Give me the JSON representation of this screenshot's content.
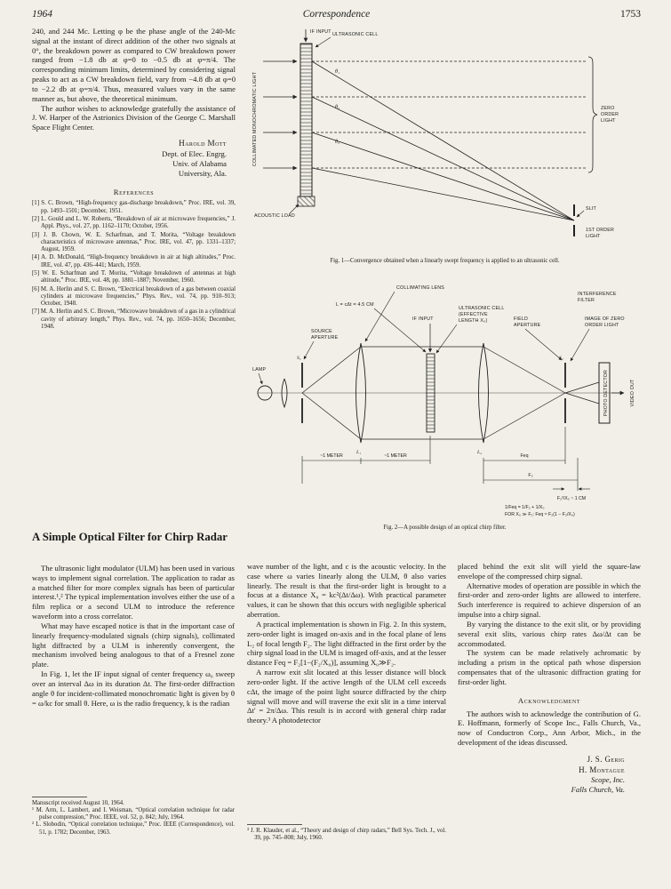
{
  "page": {
    "header": {
      "year": "1964",
      "running_title": "Correspondence",
      "page_number": "1753"
    }
  },
  "left_top": {
    "para1": "240, and 244 Mc. Letting φ be the phase angle of the 240-Mc signal at the instant of direct addition of the other two signals at 0°, the breakdown power as compared to CW breakdown power ranged from −1.8 db at φ=0 to −0.5 db at φ=π/4. The corresponding minimum limits, determined by considering signal peaks to act as a CW breakdown field, vary from −4.8 db at φ=0 to −2.2 db at φ=π/4. Thus, measured values vary in the same manner as, but above, the theoretical minimum.",
    "para2": "The author wishes to acknowledge gratefully the assistance of J. W. Harper of the Astrionics Division of the George C. Marshall Space Flight Center.",
    "signature": {
      "name": "Harold Mott",
      "lines": [
        "Dept. of Elec. Engrg.",
        "Univ. of Alabama",
        "University, Ala."
      ]
    },
    "ref_heading": "References",
    "references": [
      "[1] S. C. Brown, “High-frequency gas-discharge breakdown,” Proc. IRE, vol. 39, pp. 1493–1501; December, 1951.",
      "[2] L. Gould and L. W. Roberts, “Breakdown of air at microwave frequencies,” J. Appl. Phys., vol. 27, pp. 1162–1170; October, 1956.",
      "[3] J. B. Chown, W. E. Scharfman, and T. Morita, “Voltage breakdown characteristics of microwave antennas,” Proc. IRE, vol. 47, pp. 1331–1337; August, 1959.",
      "[4] A. D. McDonald, “High-frequency breakdown in air at high altitudes,” Proc. IRE, vol. 47, pp. 436–441; March, 1959.",
      "[5] W. E. Scharfman and T. Morita, “Voltage breakdown of antennas at high altitude,” Proc. IRE, vol. 48, pp. 1881–1887; November, 1960.",
      "[6] M. A. Herlin and S. C. Brown, “Electrical breakdown of a gas between coaxial cylinders at microwave frequencies,” Phys. Rev., vol. 74, pp. 910–913; October, 1948.",
      "[7] M. A. Herlin and S. C. Brown, “Microwave breakdown of a gas in a cylindrical cavity of arbitrary length,” Phys. Rev., vol. 74, pp. 1650–1656; December, 1948."
    ]
  },
  "figures": {
    "fig1": {
      "if_input": "IF INPUT",
      "cell_label": "ULTRASONIC CELL",
      "collimated": "COLLIMATED MONOCHROMATIC LIGHT",
      "zero_order": [
        "ZERO",
        "ORDER",
        "LIGHT"
      ],
      "slit": "SLIT",
      "first_order": [
        "1ST ORDER",
        "LIGHT"
      ],
      "acoustic_load": "ACOUSTIC LOAD",
      "theta1": "θ₁",
      "theta2": "θ₂",
      "theta3": "θ₃",
      "caption": "Fig. 1—Convergence obtained when a linearly swept frequency is applied to an ultrasonic cell."
    },
    "fig2": {
      "collimating_lens": "COLLIMATING LENS",
      "cell_length": "L = cΔt = 4.5 CM",
      "source_aperture": [
        "SOURCE",
        "APERTURE"
      ],
      "if_input": "IF INPUT",
      "ulm": [
        "ULTRASONIC CELL",
        "(EFFECTIVE",
        "LENGTH X₀)"
      ],
      "field_aperture": [
        "FIELD",
        "APERTURE"
      ],
      "interference": [
        "INTERFERENCE",
        "FILTER"
      ],
      "image_zero": [
        "IMAGE OF ZERO",
        "ORDER LIGHT"
      ],
      "lamp": "LAMP",
      "s1": "S₁",
      "l1": "L₁",
      "l2": "L₂",
      "s2": "S₂",
      "photo_detector": "PHOTO DETECTOR",
      "video_out": "VIDEO OUT",
      "dim_meter1": "~1 METER",
      "dim_meter2": "~1 METER",
      "dim_feq": "Feq",
      "dim_f2": "F₂",
      "dim_f2x0": "F₂²/X₀ ~ 1 CM",
      "formula1": "1/Feq = 1/F₂ + 1/X₀",
      "formula2": "FOR X₀ ≫ F₂:  Feq ≈ F₂(1 − F₂/X₀)",
      "caption": "Fig. 2—A possible design of an optical chirp filter."
    }
  },
  "article": {
    "title": "A Simple Optical Filter for Chirp Radar",
    "col1": {
      "paras": [
        "The ultrasonic light modulator (ULM) has been used in various ways to implement signal correlation. The application to radar as a matched filter for more complex signals has been of particular interest.¹,² The typical implementation involves either the use of a film replica or a second ULM to introduce the reference waveform into a cross correlator.",
        "What may have escaped notice is that in the important case of linearly frequency-modulated signals (chirp signals), collimated light diffracted by a ULM is inherently convergent, the mechanism involved being analogous to that of a Fresnel zone plate.",
        "In Fig. 1, let the IF input signal of center frequency ω₀ sweep over an interval Δω in its duration Δt. The first-order diffraction angle θ for incident-collimated monochromatic light is given by θ = ω/kc for small θ. Here, ω is the radio frequency, k is the radian"
      ]
    },
    "col2": {
      "paras": [
        "wave number of the light, and c is the acoustic velocity. In the case where ω varies linearly along the ULM, θ also varies linearly. The result is that the first-order light is brought to a focus at a distance X₀ = kc²(Δt/Δω). With practical parameter values, it can be shown that this occurs with negligible spherical aberration.",
        "A practical implementation is shown in Fig. 2. In this system, zero-order light is imaged on-axis and in the focal plane of lens L₂ of focal length F₂. The light diffracted in the first order by the chirp signal load in the ULM is imaged off-axis, and at the lesser distance Feq = F₂[1−(F₂/X₀)], assuming X₀≫F₂.",
        "A narrow exit slit located at this lesser distance will block zero-order light. If the active length of the ULM cell exceeds cΔt, the image of the point light source diffracted by the chirp signal will move and will traverse the exit slit in a time interval Δt′ = 2π/Δω. This result is in accord with general chirp radar theory.³ A photodetector"
      ]
    },
    "col3": {
      "paras": [
        "placed behind the exit slit will yield the square-law envelope of the compressed chirp signal.",
        "Alternative modes of operation are possible in which the first-order and zero-order lights are allowed to interfere. Such interference is required to achieve dispersion of an impulse into a chirp signal.",
        "By varying the distance to the exit slit, or by providing several exit slits, various chirp rates Δω/Δt can be accommodated.",
        "The system can be made relatively achromatic by including a prism in the optical path whose dispersion compensates that of the ultrasonic diffraction grating for first-order light."
      ]
    },
    "ack_heading": "Acknowledgment",
    "ack_text": "The authors wish to acknowledge the contribution of G. E. Hoffmann, formerly of Scope Inc., Falls Church, Va., now of Conductron Corp., Ann Arbor, Mich., in the development of the ideas discussed.",
    "signature": {
      "names": [
        "J. S. Gerig",
        "H. Montague"
      ],
      "affil": [
        "Scope, Inc.",
        "Falls Church, Va."
      ]
    }
  },
  "footnotes": {
    "col1": [
      "Manuscript received August 10, 1964.",
      "¹ M. Arm, L. Lambert, and I. Weisman, “Optical correlation technique for radar pulse compression,” Proc. IEEE, vol. 52, p. 842; July, 1964.",
      "² L. Slobodin, “Optical correlation technique,” Proc. IEEE (Correspondence), vol. 51, p. 1782; December, 1963."
    ],
    "col2": [
      "³ J. R. Klauder, et al., “Theory and design of chirp radars,” Bell Sys. Tech. J., vol. 39, pp. 745–808; July, 1960."
    ]
  }
}
